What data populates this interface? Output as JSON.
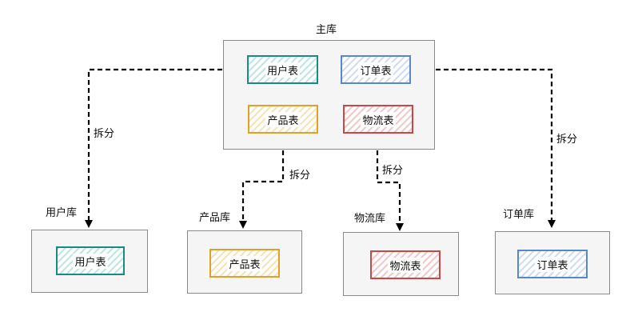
{
  "main_db": {
    "title": "主库",
    "tables": {
      "user": "用户表",
      "order": "订单表",
      "product": "产品表",
      "logistics": "物流表"
    }
  },
  "split_label": "拆分",
  "sub_dbs": {
    "user_db": {
      "title": "用户库",
      "table": "用户表"
    },
    "product_db": {
      "title": "产品库",
      "table": "产品表"
    },
    "logistics_db": {
      "title": "物流库",
      "table": "物流表"
    },
    "order_db": {
      "title": "订单库",
      "table": "订单表"
    }
  },
  "colors": {
    "user": "#1b8a84",
    "order": "#5a87c8",
    "product": "#e0a02a",
    "logistics": "#c84848",
    "box_fill": "#f5f5f5",
    "box_border": "#8a8a8a"
  }
}
